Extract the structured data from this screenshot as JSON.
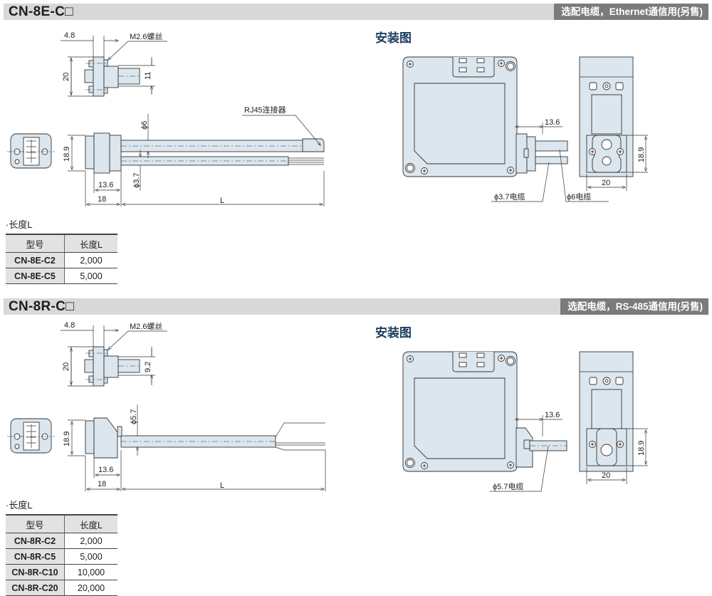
{
  "sections": [
    {
      "title": "CN-8E-C□",
      "tag": "选配电缆，Ethernet通信用(另售)",
      "mount_title": "安装图",
      "dims": {
        "d48": "4.8",
        "screw": "M2.6螺丝",
        "d20": "20",
        "d11": "11",
        "rj45": "RJ45连接器",
        "phi6": "ϕ6",
        "phi37": "ϕ3.7",
        "d189": "18.9",
        "d136": "13.6",
        "d18": "18",
        "L": "L"
      },
      "mount_dims": {
        "d136": "13.6",
        "d189": "18.9",
        "d20": "20",
        "cable1": "ϕ3.7电缆",
        "cable2": "ϕ6电缆"
      },
      "length_label": "·长度L",
      "table": {
        "headers": [
          "型号",
          "长度L"
        ],
        "rows": [
          [
            "CN-8E-C2",
            "2,000"
          ],
          [
            "CN-8E-C5",
            "5,000"
          ]
        ]
      }
    },
    {
      "title": "CN-8R-C□",
      "tag": "选配电缆，RS-485通信用(另售)",
      "mount_title": "安装图",
      "dims": {
        "d48": "4.8",
        "screw": "M2.6螺丝",
        "d20": "20",
        "d92": "9.2",
        "phi57": "ϕ5.7",
        "d189": "18.9",
        "d136": "13.6",
        "d18": "18",
        "L": "L"
      },
      "mount_dims": {
        "d136": "13.6",
        "d189": "18.9",
        "d20": "20",
        "cable1": "ϕ5.7电缆"
      },
      "length_label": "·长度L",
      "table": {
        "headers": [
          "型号",
          "长度L"
        ],
        "rows": [
          [
            "CN-8R-C2",
            "2,000"
          ],
          [
            "CN-8R-C5",
            "5,000"
          ],
          [
            "CN-8R-C10",
            "10,000"
          ],
          [
            "CN-8R-C20",
            "20,000"
          ]
        ]
      }
    }
  ]
}
